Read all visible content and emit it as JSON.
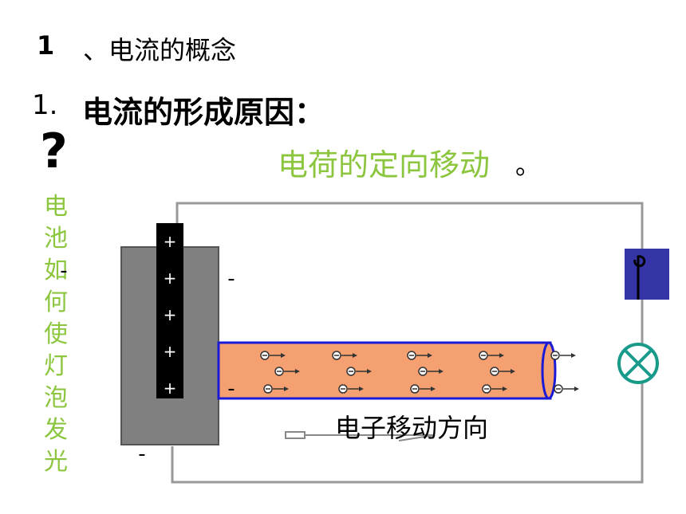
{
  "heading1": {
    "number": "1",
    "text": "、电流的概念"
  },
  "heading2": {
    "number": "1.",
    "text": "电流的形成原因："
  },
  "question_mark": "?",
  "answer": {
    "text": "电荷的定向移动",
    "punct": "。"
  },
  "vertical_question": "电池如何使灯泡发光",
  "diagram": {
    "electrode_charge": "+",
    "minus_sign": "-",
    "electron_symbol": "⊖",
    "flow_label": "电子移动方向",
    "colors": {
      "battery": "#808080",
      "electrode": "#000000",
      "wire_tube": "#f4a070",
      "tube_border": "#1a1ad6",
      "switch": "#3535a8",
      "lamp": "#1a9a8a",
      "green_text": "#8cc63f",
      "circuit": "#999999"
    }
  }
}
